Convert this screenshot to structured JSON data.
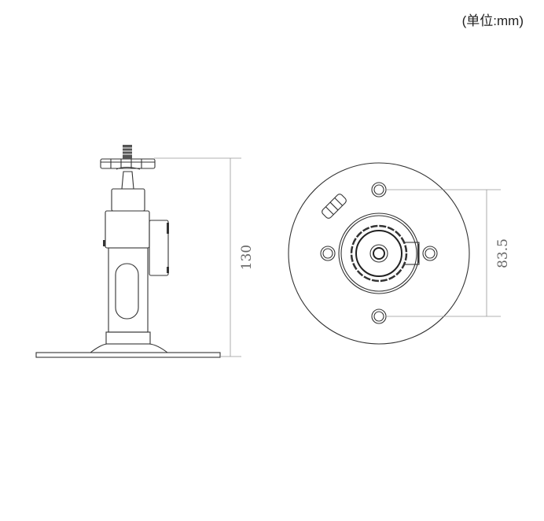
{
  "unit_label": "(单位:mm)",
  "side_view": {
    "height_dimension": "130"
  },
  "top_view": {
    "hole_spacing_dimension": "83.5"
  }
}
